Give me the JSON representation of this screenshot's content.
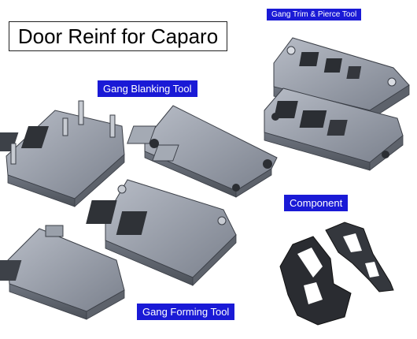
{
  "title": "Door Reinf for Caparo",
  "labels": {
    "gang_trim_pierce": "Gang Trim & Pierce Tool",
    "gang_blanking": "Gang Blanking Tool",
    "component": "Component",
    "gang_forming": "Gang Forming Tool"
  },
  "colors": {
    "label_bg": "#1a1ad6",
    "label_text": "#ffffff",
    "die_metal": "#8f96a3",
    "die_dark": "#3b3f47"
  }
}
